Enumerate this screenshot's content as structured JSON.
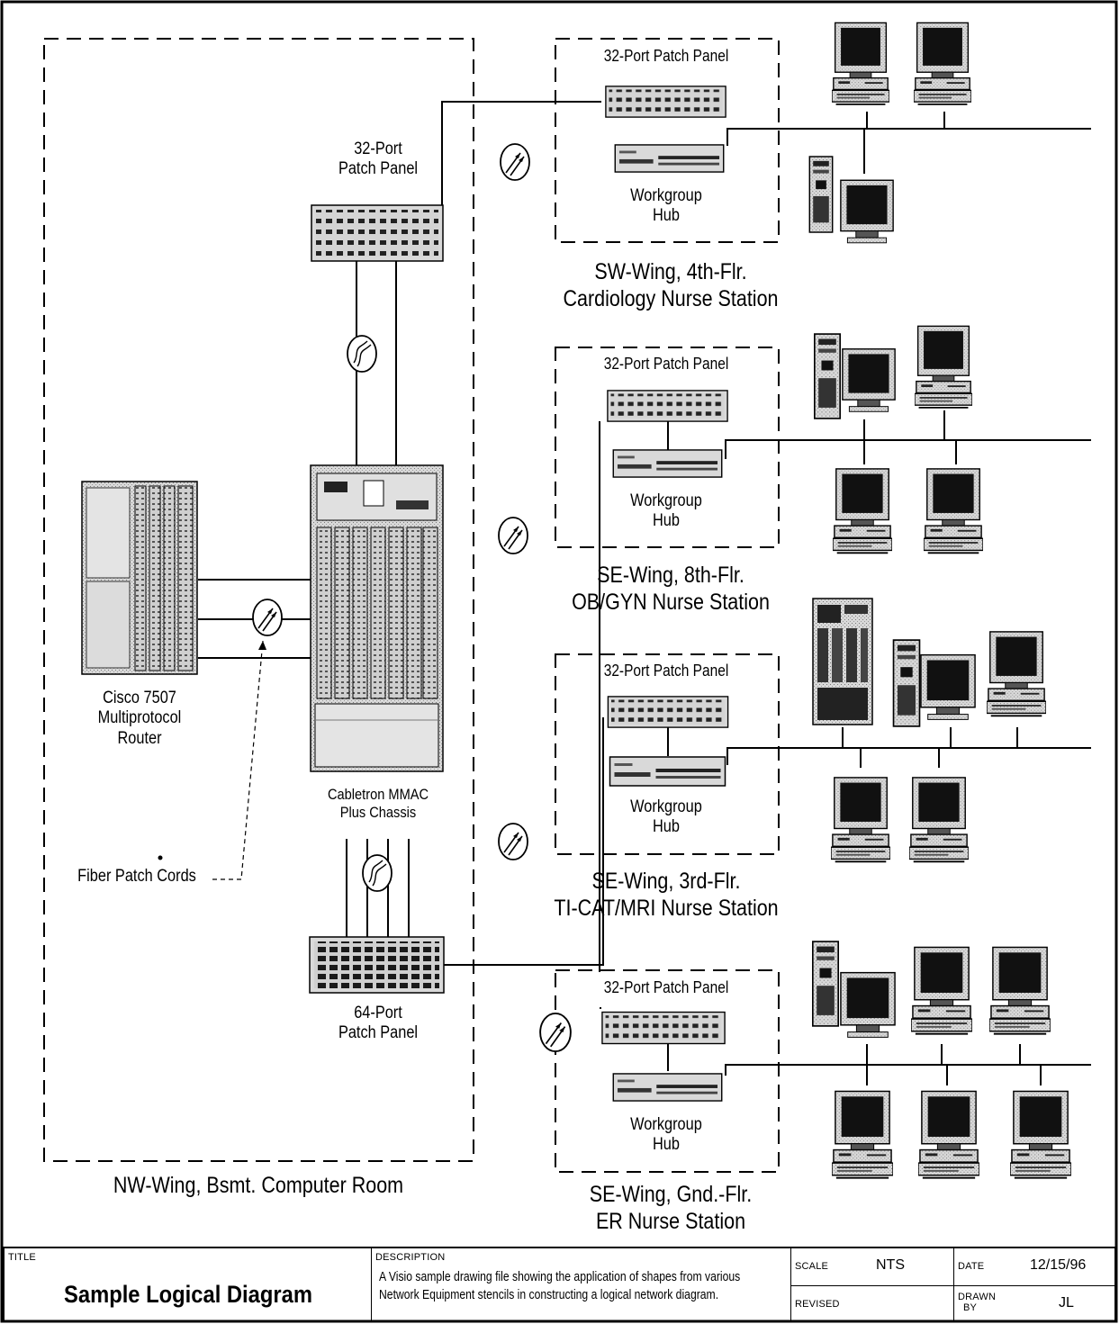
{
  "labels": {
    "patch32_top_left": [
      "32-Port",
      "Patch Panel"
    ],
    "patch64": [
      "64-Port",
      "Patch Panel"
    ],
    "router": [
      "Cisco 7507",
      "Multiprotocol",
      "Router"
    ],
    "chassis": [
      "Cabletron MMAC",
      "Plus Chassis"
    ],
    "fiber": "Fiber Patch Cords",
    "room": "NW-Wing, Bsmt. Computer Room"
  },
  "stations": [
    {
      "panel": "32-Port Patch Panel",
      "hub": [
        "Workgroup",
        "Hub"
      ],
      "caption": [
        "SW-Wing, 4th-Flr.",
        "Cardiology Nurse Station"
      ]
    },
    {
      "panel": "32-Port Patch Panel",
      "hub": [
        "Workgroup",
        "Hub"
      ],
      "caption": [
        "SE-Wing, 8th-Flr.",
        "OB/GYN Nurse Station"
      ]
    },
    {
      "panel": "32-Port Patch Panel",
      "hub": [
        "Workgroup",
        "Hub"
      ],
      "caption": [
        "SE-Wing, 3rd-Flr.",
        "TI-CAT/MRI Nurse Station"
      ]
    },
    {
      "panel": "32-Port Patch Panel",
      "hub": [
        "Workgroup",
        "Hub"
      ],
      "caption": [
        "SE-Wing, Gnd.-Flr.",
        "ER Nurse Station"
      ]
    }
  ],
  "title_block": {
    "title_caption": "TITLE",
    "title": "Sample Logical Diagram",
    "description_caption": "DESCRIPTION",
    "description": [
      "A Visio sample drawing file showing the application of shapes from various",
      "Network Equipment stencils in constructing a logical network diagram."
    ],
    "scale_caption": "SCALE",
    "scale": "NTS",
    "revised_caption": "REVISED",
    "date_caption": "DATE",
    "date": "12/15/96",
    "drawn_caption": [
      "DRAWN",
      "BY"
    ],
    "drawn": "JL"
  }
}
